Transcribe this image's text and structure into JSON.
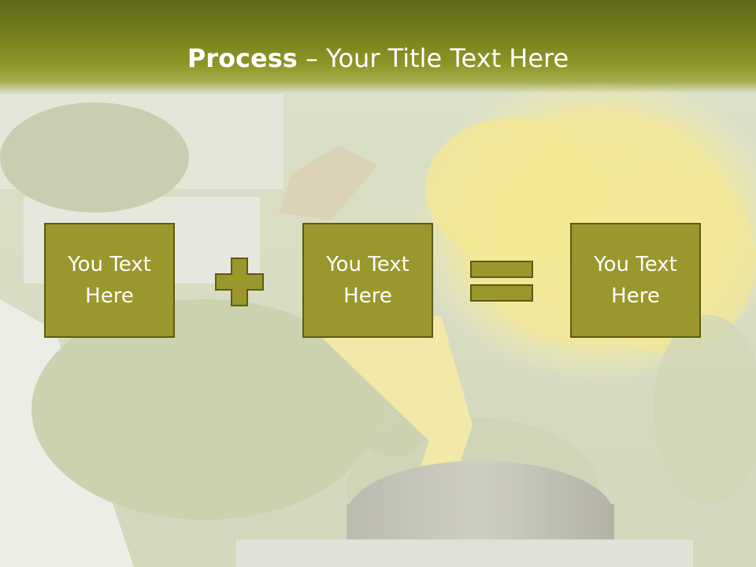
{
  "title": {
    "bold": "Process",
    "rest": " – Your Title Text Here"
  },
  "boxes": [
    {
      "text": "You Text\nHere"
    },
    {
      "text": "You Text\nHere"
    },
    {
      "text": "You Text\nHere"
    }
  ],
  "operators": {
    "first": "plus-icon",
    "second": "equals-icon"
  },
  "colors": {
    "title_bar": "#747d1e",
    "box_fill": "#9a972c",
    "box_border": "#5d5b12",
    "operator_fill": "#9a972c",
    "text": "#ffffff"
  }
}
